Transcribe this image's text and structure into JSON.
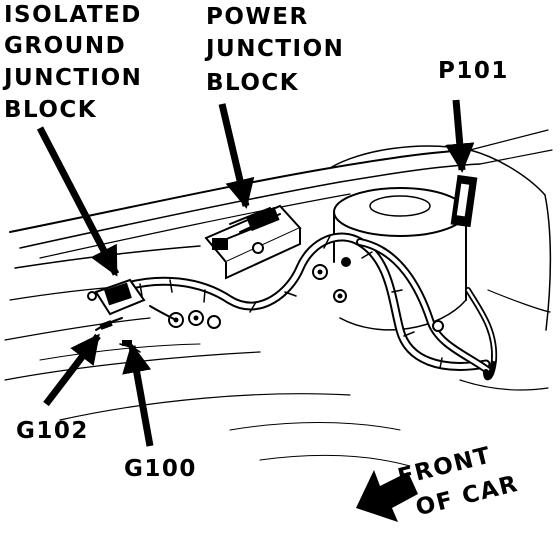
{
  "labels": {
    "isolated_ground": [
      "ISOLATED",
      "GROUND",
      "JUNCTION",
      "BLOCK"
    ],
    "power_junction": [
      "POWER",
      "JUNCTION",
      "BLOCK"
    ],
    "p101": "P101",
    "g102": "G102",
    "g100": "G100",
    "front_of_car": [
      "FRONT",
      "OF CAR"
    ]
  },
  "colors": {
    "ink": "#000000",
    "paper": "#ffffff"
  }
}
